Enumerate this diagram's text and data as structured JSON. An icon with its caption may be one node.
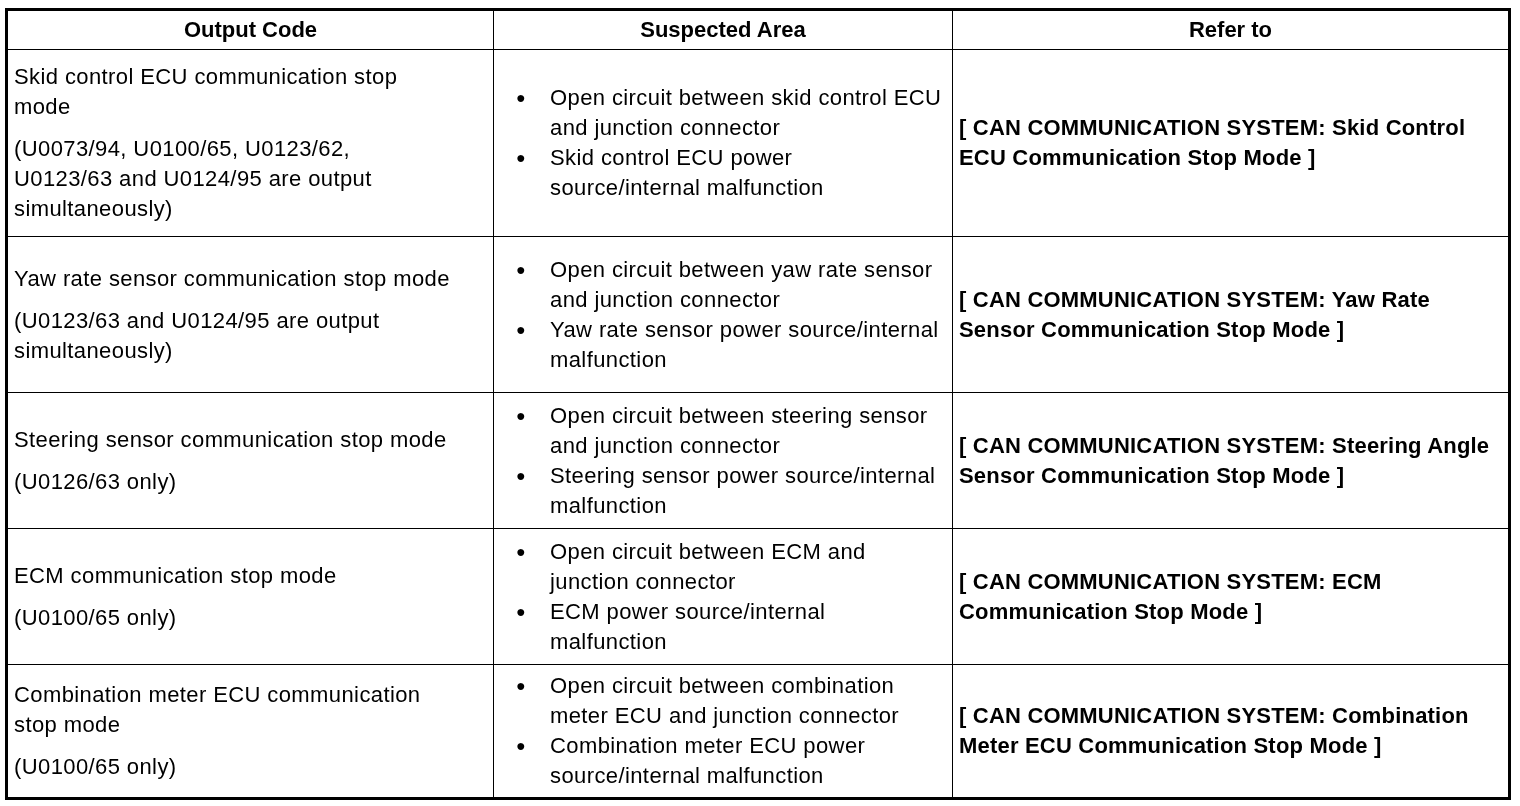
{
  "diagram": {
    "labels": [
      "Output Code",
      "Suspected Area",
      "Refer to",
      "Skid control ECU communication stop mode",
      "(U0073/94, U0100/65, U0123/62, U0123/63 and U0124/95 are output simultaneously)",
      "●",
      "Open circuit between skid control ECU and junction connector",
      "●",
      "Skid control ECU power source/internal malfunction",
      "[ CAN COMMUNICATION SYSTEM: Skid Control ECU Communication Stop Mode ]",
      "Yaw rate sensor communication stop mode",
      "(U0123/63 and U0124/95 are output simultaneously)",
      "●",
      "Open circuit between yaw rate sensor and junction connector",
      "●",
      "Yaw rate sensor power source/internal malfunction",
      "[ CAN COMMUNICATION SYSTEM: Yaw Rate Sensor Communication Stop Mode ]",
      "Steering sensor communication stop mode",
      "(U0126/63 only)",
      "●",
      "Open circuit between steering sensor and junction connector",
      "●",
      "Steering sensor power source/internal malfunction",
      "[ CAN COMMUNICATION SYSTEM: Steering Angle Sensor Communication Stop Mode ]",
      "ECM communication stop mode",
      "(U0100/65 only)",
      "●",
      "Open circuit between ECM and junction connector",
      "●",
      "ECM power source/internal malfunction",
      "[ CAN COMMUNICATION SYSTEM: ECM Communication Stop Mode ]",
      "Combination meter ECU communication stop mode",
      "(U0100/65 only)",
      "●",
      "Open circuit between combination meter ECU and junction connector",
      "●",
      "Combination meter ECU power source/internal malfunction",
      "[ CAN COMMUNICATION SYSTEM: Combination Meter ECU Communication Stop Mode ]"
    ]
  }
}
